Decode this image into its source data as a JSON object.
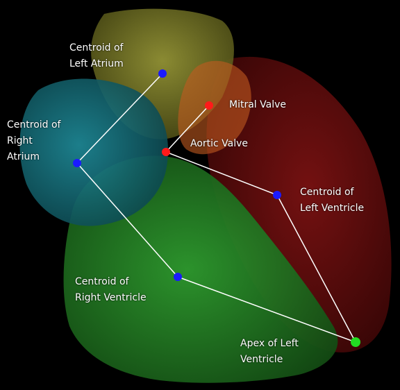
{
  "diagram": {
    "colors": {
      "background": "#000000",
      "left_atrium": "#8a8a2a",
      "right_atrium": "#2aa0b0",
      "left_ventricle": "#6a0d0d",
      "right_ventricle": "#2a8a2a",
      "aorta": "#c45a20",
      "landmark_blue": "#1a1aff",
      "landmark_red": "#ff1a1a",
      "landmark_green": "#22dd22",
      "connector": "#ffffff"
    },
    "labels": {
      "left_atrium": [
        "Centroid of",
        "Left Atrium"
      ],
      "right_atrium": [
        "Centroid of",
        "Right",
        "Atrium"
      ],
      "mitral_valve": [
        "Mitral Valve"
      ],
      "aortic_valve": [
        "Aortic Valve"
      ],
      "left_ventricle": [
        "Centroid of",
        "Left Ventricle"
      ],
      "right_ventricle": [
        "Centroid of",
        "Right Ventricle"
      ],
      "apex": [
        "Apex of Left",
        "Ventricle"
      ]
    }
  }
}
